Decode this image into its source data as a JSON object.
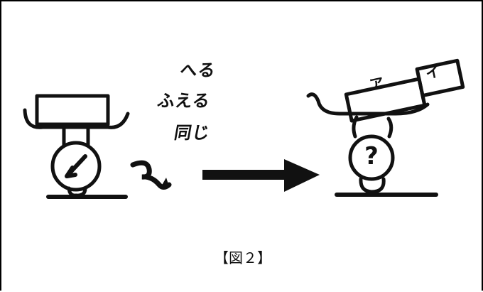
{
  "labels": {
    "change_options": [
      "へる",
      "ふえる",
      "同じ"
    ],
    "unknown_mark": "?",
    "block_left": "ア",
    "block_right": "イ"
  },
  "caption": "【図２】",
  "colors": {
    "ink": "#111111",
    "background": "#ffffff"
  }
}
